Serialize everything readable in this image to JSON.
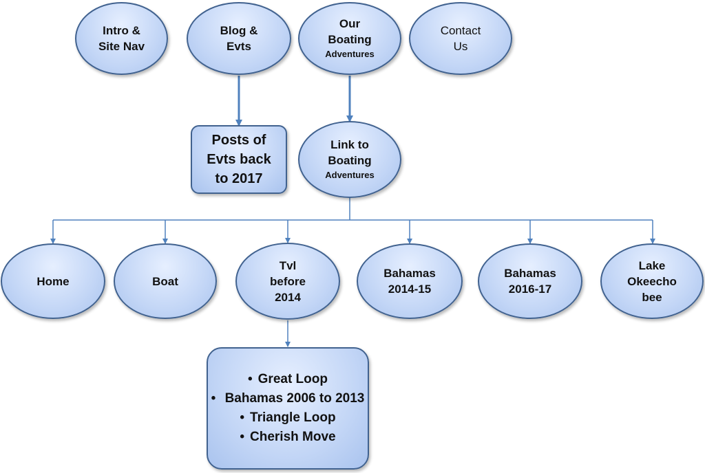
{
  "top_nodes": {
    "intro": [
      "Intro &",
      "Site Nav"
    ],
    "blog": [
      "Blog &",
      "Evts"
    ],
    "boating": [
      "Our",
      "Boating",
      "Adventures"
    ],
    "contact": [
      "Contact",
      "Us"
    ]
  },
  "posts": [
    "Posts of",
    "Evts back",
    "to 2017"
  ],
  "link": [
    "Link to",
    "Boating",
    "Adventures"
  ],
  "pages": {
    "home": [
      "Home"
    ],
    "boat": [
      "Boat"
    ],
    "tvl": [
      "Tvl",
      "before",
      "2014"
    ],
    "bahamas_1415": [
      "Bahamas",
      "2014-15"
    ],
    "bahamas_1617": [
      "Bahamas",
      "2016-17"
    ],
    "lake": [
      "Lake",
      "Okeecho",
      "bee"
    ]
  },
  "tvl_details": [
    "Great Loop",
    "Bahamas 2006 to 2013",
    "Triangle Loop",
    "Cherish Move"
  ],
  "colors": {
    "fill": "#c3d6f6",
    "border": "#41628f",
    "connector": "#4f81bd"
  }
}
